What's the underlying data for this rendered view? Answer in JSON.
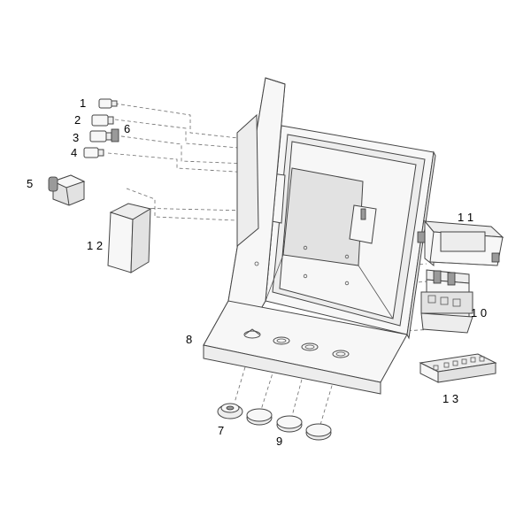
{
  "labels": {
    "p1": "1",
    "p2": "2",
    "p3": "3",
    "p4": "4",
    "p5": "5",
    "p6": "6",
    "p7": "7",
    "p8": "8",
    "p9": "9",
    "p10": "1 0",
    "p11": "1 1",
    "p12": "1 2",
    "p13": "1 3"
  }
}
